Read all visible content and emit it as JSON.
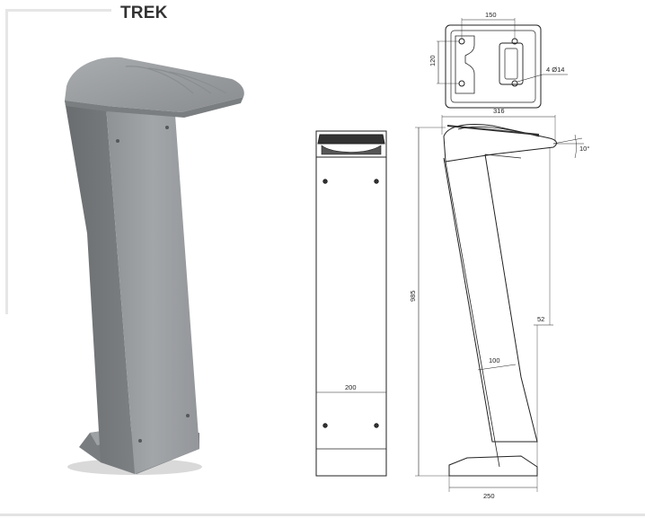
{
  "product": {
    "name": "TREK"
  },
  "top_view": {
    "width_dim": "150",
    "height_dim": "120",
    "holes_note": "4 Ø14"
  },
  "front_view": {
    "width_dim": "200"
  },
  "side_view": {
    "top_width_dim": "316",
    "height_dim": "985",
    "angle_dim": "10°",
    "offset_dim": "52",
    "post_width_dim": "100",
    "base_width_dim": "250"
  }
}
